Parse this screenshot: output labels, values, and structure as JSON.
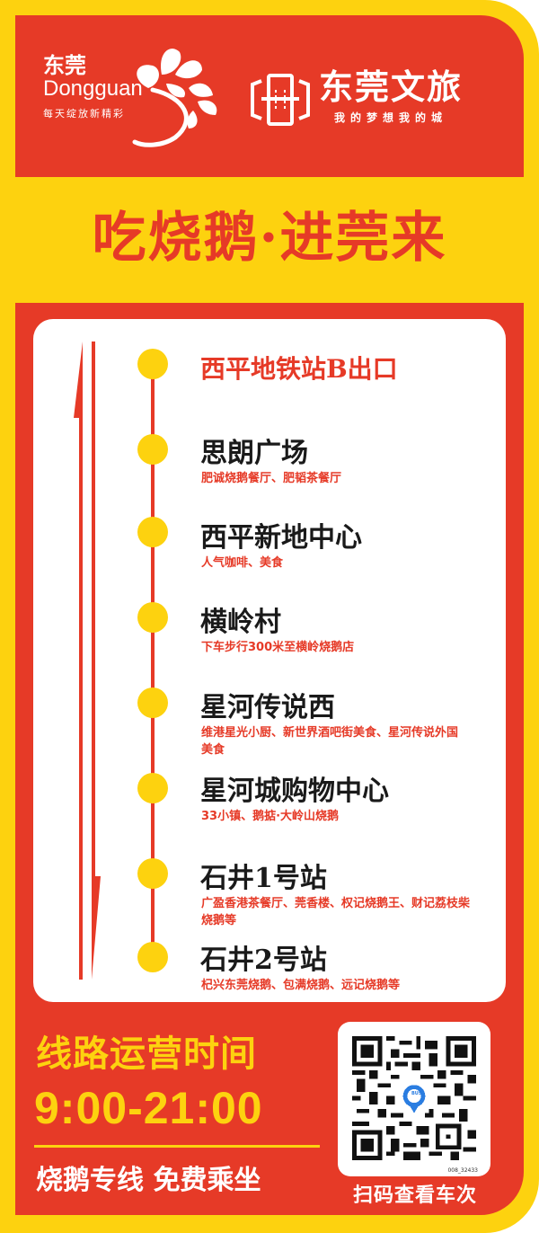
{
  "header": {
    "logo_left": {
      "cn": "东莞",
      "en": "Dongguan",
      "slogan": "每天绽放新精彩"
    },
    "logo_right": {
      "title": "东莞文旅",
      "slogan": "我的梦想我的城"
    }
  },
  "title": "吃烧鹅·进莞来",
  "route": {
    "direction_icon": "bidirectional-arrow-icon",
    "stops": [
      {
        "name": "西平地铁站B出口",
        "desc": ""
      },
      {
        "name": "思朗广场",
        "desc": "肥诚烧鹅餐厅、肥韬茶餐厅"
      },
      {
        "name": "西平新地中心",
        "desc": "人气咖啡、美食"
      },
      {
        "name": "横岭村",
        "desc": "下车步行300米至横岭烧鹅店"
      },
      {
        "name": "星河传说西",
        "desc": "维港星光小厨、新世界酒吧街美食、星河传说外国美食"
      },
      {
        "name": "星河城购物中心",
        "desc": "33小镇、鹅掂·大岭山烧鹅"
      },
      {
        "name": "石井1号站",
        "desc": "广盈香港茶餐厅、莞香楼、权记烧鹅王、财记荔枝柴烧鹅等"
      },
      {
        "name": "石井2号站",
        "desc": "杞兴东莞烧鹅、包满烧鹅、远记烧鹅等"
      }
    ]
  },
  "footer": {
    "hours_label": "线路运营时间",
    "hours": "9:00-21:00",
    "tagline": "烧鹅专线 免费乘坐",
    "qr_badge": "BUS",
    "qr_id": "008_32433",
    "scan_label": "扫码查看车次"
  },
  "colors": {
    "red": "#e63a27",
    "yellow": "#fdd20f",
    "white": "#ffffff",
    "black": "#1a1a1a"
  }
}
